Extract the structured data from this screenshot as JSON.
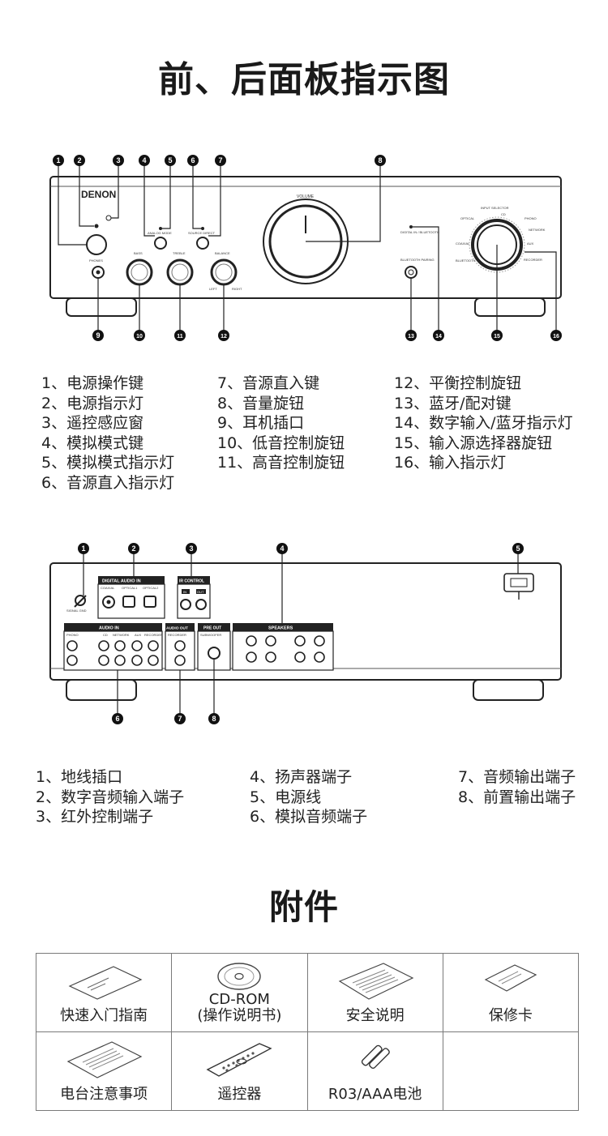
{
  "titles": {
    "panels": "前、后面板指示图",
    "accessories": "附件"
  },
  "front_panel": {
    "brand": "DENON",
    "callouts": [
      "1",
      "2",
      "3",
      "4",
      "5",
      "6",
      "7",
      "8",
      "9",
      "10",
      "11",
      "12",
      "13",
      "14",
      "15",
      "16"
    ],
    "knob_labels": {
      "volume": "VOLUME",
      "bass": "BASS",
      "treble": "TREBLE",
      "balance": "BALANCE",
      "left": "LEFT",
      "right": "RIGHT",
      "analog_mode": "ANALOG MODE",
      "source_direct": "SOURCE DIRECT",
      "phones": "PHONES",
      "bluetooth_pairing": "BLUETOOTH PAIRING",
      "digital_in_bluetooth": "DIGITAL IN / BLUETOOTH",
      "input_selector": "INPUT SELECTOR",
      "optical": "OPTICAL",
      "coaxial": "COAXIAL",
      "bluetooth": "BLUETOOTH",
      "phono": "PHONO",
      "network": "NETWORK",
      "cd": "CD",
      "aux": "AUX",
      "recorder": "RECORDER"
    },
    "legend": {
      "col1": [
        "1、电源操作键",
        "2、电源指示灯",
        "3、遥控感应窗",
        "4、模拟模式键",
        "5、模拟模式指示灯",
        "6、音源直入指示灯"
      ],
      "col2": [
        "7、音源直入键",
        "8、音量旋钮",
        "9、耳机插口",
        "10、低音控制旋钮",
        "11、高音控制旋钮"
      ],
      "col3": [
        "12、平衡控制旋钮",
        "13、蓝牙/配对键",
        "14、数字输入/蓝牙指示灯",
        "15、输入源选择器旋钮",
        "16、输入指示灯"
      ]
    }
  },
  "rear_panel": {
    "callouts": [
      "1",
      "2",
      "3",
      "4",
      "5",
      "6",
      "7",
      "8"
    ],
    "section_labels": {
      "digital_audio_in": "DIGITAL AUDIO IN",
      "coaxial": "COAXIAL",
      "optical1": "OPTICAL1",
      "optical2": "OPTICAL2",
      "ir_control": "IR CONTROL",
      "ir_in": "IN",
      "ir_out": "OUT",
      "audio_in": "AUDIO IN",
      "audio_out": "AUDIO OUT",
      "pre_out": "PRE OUT",
      "speakers": "SPEAKERS",
      "phono": "PHONO",
      "cd": "CD",
      "network": "NETWORK",
      "aux": "AUX",
      "recorder": "RECORDER",
      "subwoofer": "SUBWOOFER",
      "signal_gnd": "SIGNAL GND"
    },
    "legend": {
      "col1": [
        "1、地线插口",
        "2、数字音频输入端子",
        "3、红外控制端子"
      ],
      "col2": [
        "4、扬声器端子",
        "5、电源线",
        "6、模拟音频端子"
      ],
      "col3": [
        "7、音频输出端子",
        "8、前置输出端子"
      ]
    }
  },
  "accessories": {
    "row1": [
      {
        "label": "快速入门指南",
        "icon": "booklet-icon"
      },
      {
        "label": "CD-ROM",
        "label2": "(操作说明书)",
        "icon": "cd-rom-icon"
      },
      {
        "label": "安全说明",
        "icon": "safety-sheet-icon"
      },
      {
        "label": "保修卡",
        "icon": "warranty-card-icon"
      }
    ],
    "row2": [
      {
        "label": "电台注意事项",
        "icon": "notice-sheet-icon"
      },
      {
        "label": "遥控器",
        "icon": "remote-control-icon"
      },
      {
        "label": "R03/AAA电池",
        "icon": "battery-icon"
      }
    ]
  }
}
